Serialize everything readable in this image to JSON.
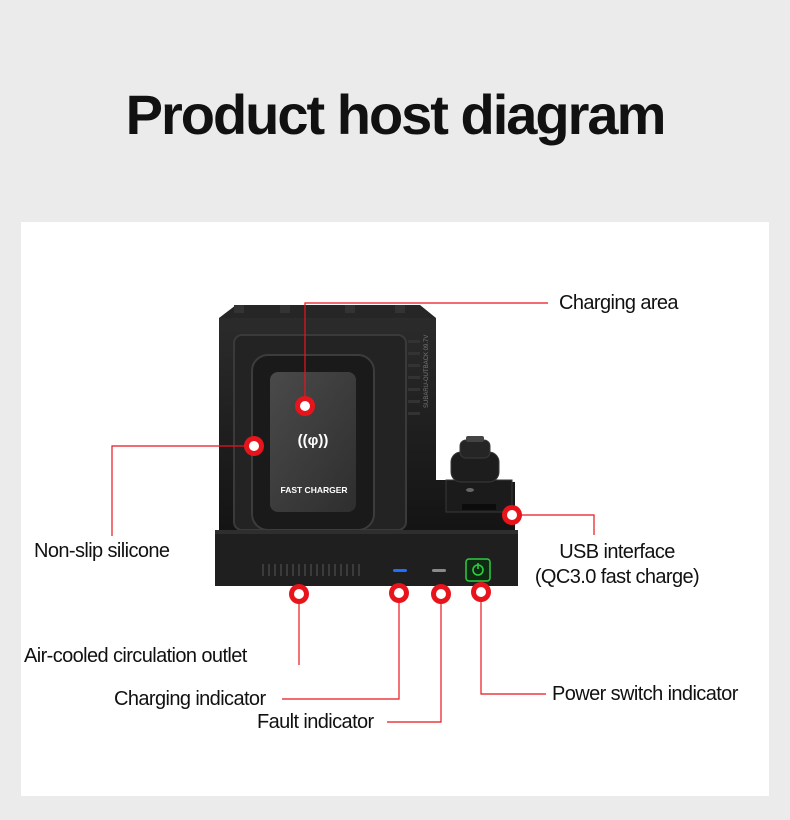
{
  "title": "Product host diagram",
  "device": {
    "pad_text": "FAST CHARGER",
    "wireless_symbol": "((φ))",
    "side_print": "SUBARU-OUTBACK 09.7V"
  },
  "labels": {
    "charging_area": "Charging area",
    "non_slip": "Non-slip silicone",
    "usb_line1": "USB interface",
    "usb_line2": "(QC3.0 fast charge)",
    "air_outlet": "Air-cooled circulation outlet",
    "charging_indicator": "Charging indicator",
    "fault_indicator": "Fault indicator",
    "power_switch": "Power switch indicator"
  },
  "colors": {
    "callout": "#e8141b",
    "device_body": "#1e1e1e",
    "led_blue": "#1e6fff",
    "led_green": "#2ecc40"
  }
}
